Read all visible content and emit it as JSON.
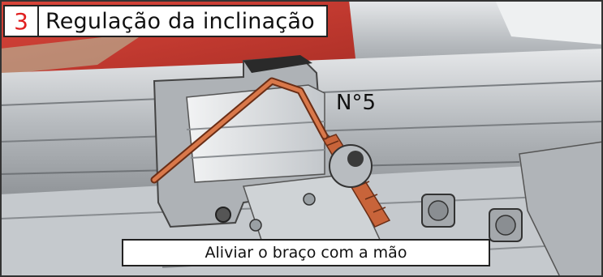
{
  "step": {
    "number": "3",
    "title": "Regulação da inclinação"
  },
  "callout": {
    "label": "N°5"
  },
  "caption": {
    "text": "Aliviar o braço com a mão"
  },
  "colors": {
    "step_number": "#e02020",
    "hex_key": "#c8643a",
    "awning_red": "#c0392b",
    "aluminium": "#b8bcc0"
  },
  "icons": [
    "hex-key-icon",
    "bolt-icon"
  ]
}
